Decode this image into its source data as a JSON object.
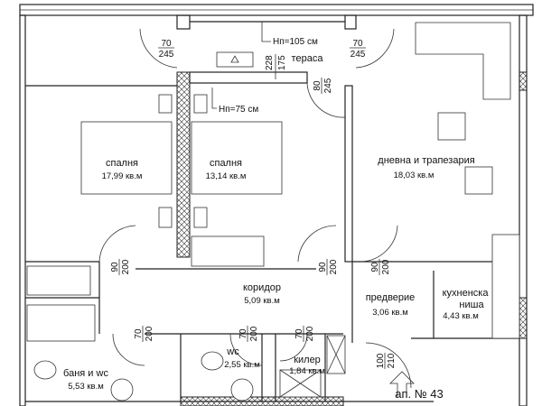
{
  "plan": {
    "apartment_label": "ап. № 43",
    "rooms": [
      {
        "name": "спалня",
        "area": "17,99 кв.м"
      },
      {
        "name": "спалня",
        "area": "13,14 кв.м"
      },
      {
        "name": "дневна и трапезария",
        "area": "18,03 кв.м"
      },
      {
        "name": "тераса"
      },
      {
        "name": "коридор",
        "area": "5,09 кв.м"
      },
      {
        "name": "предвериe",
        "area": "3,06 кв.м"
      },
      {
        "name": "кухненска",
        "name2": "ниша",
        "area": "4,43 кв.м"
      },
      {
        "name": "баня и wc",
        "area": "5,53 кв.м"
      },
      {
        "name": "wc",
        "area": "2,55 кв.м"
      },
      {
        "name": "килер",
        "area": "1,84 кв.м"
      }
    ],
    "notes": {
      "parapet_terrace": "Hп=105 см",
      "parapet_window": "Hп=75 см",
      "dim_228": "228",
      "dim_175": "175"
    },
    "openings": [
      {
        "w": "70",
        "h": "245"
      },
      {
        "w": "70",
        "h": "245"
      },
      {
        "w": "80",
        "h": "245"
      },
      {
        "w": "90",
        "h": "200"
      },
      {
        "w": "90",
        "h": "200"
      },
      {
        "w": "90",
        "h": "200"
      },
      {
        "w": "70",
        "h": "200"
      },
      {
        "w": "70",
        "h": "200"
      },
      {
        "w": "70",
        "h": "200"
      },
      {
        "w": "100",
        "h": "210"
      }
    ]
  }
}
